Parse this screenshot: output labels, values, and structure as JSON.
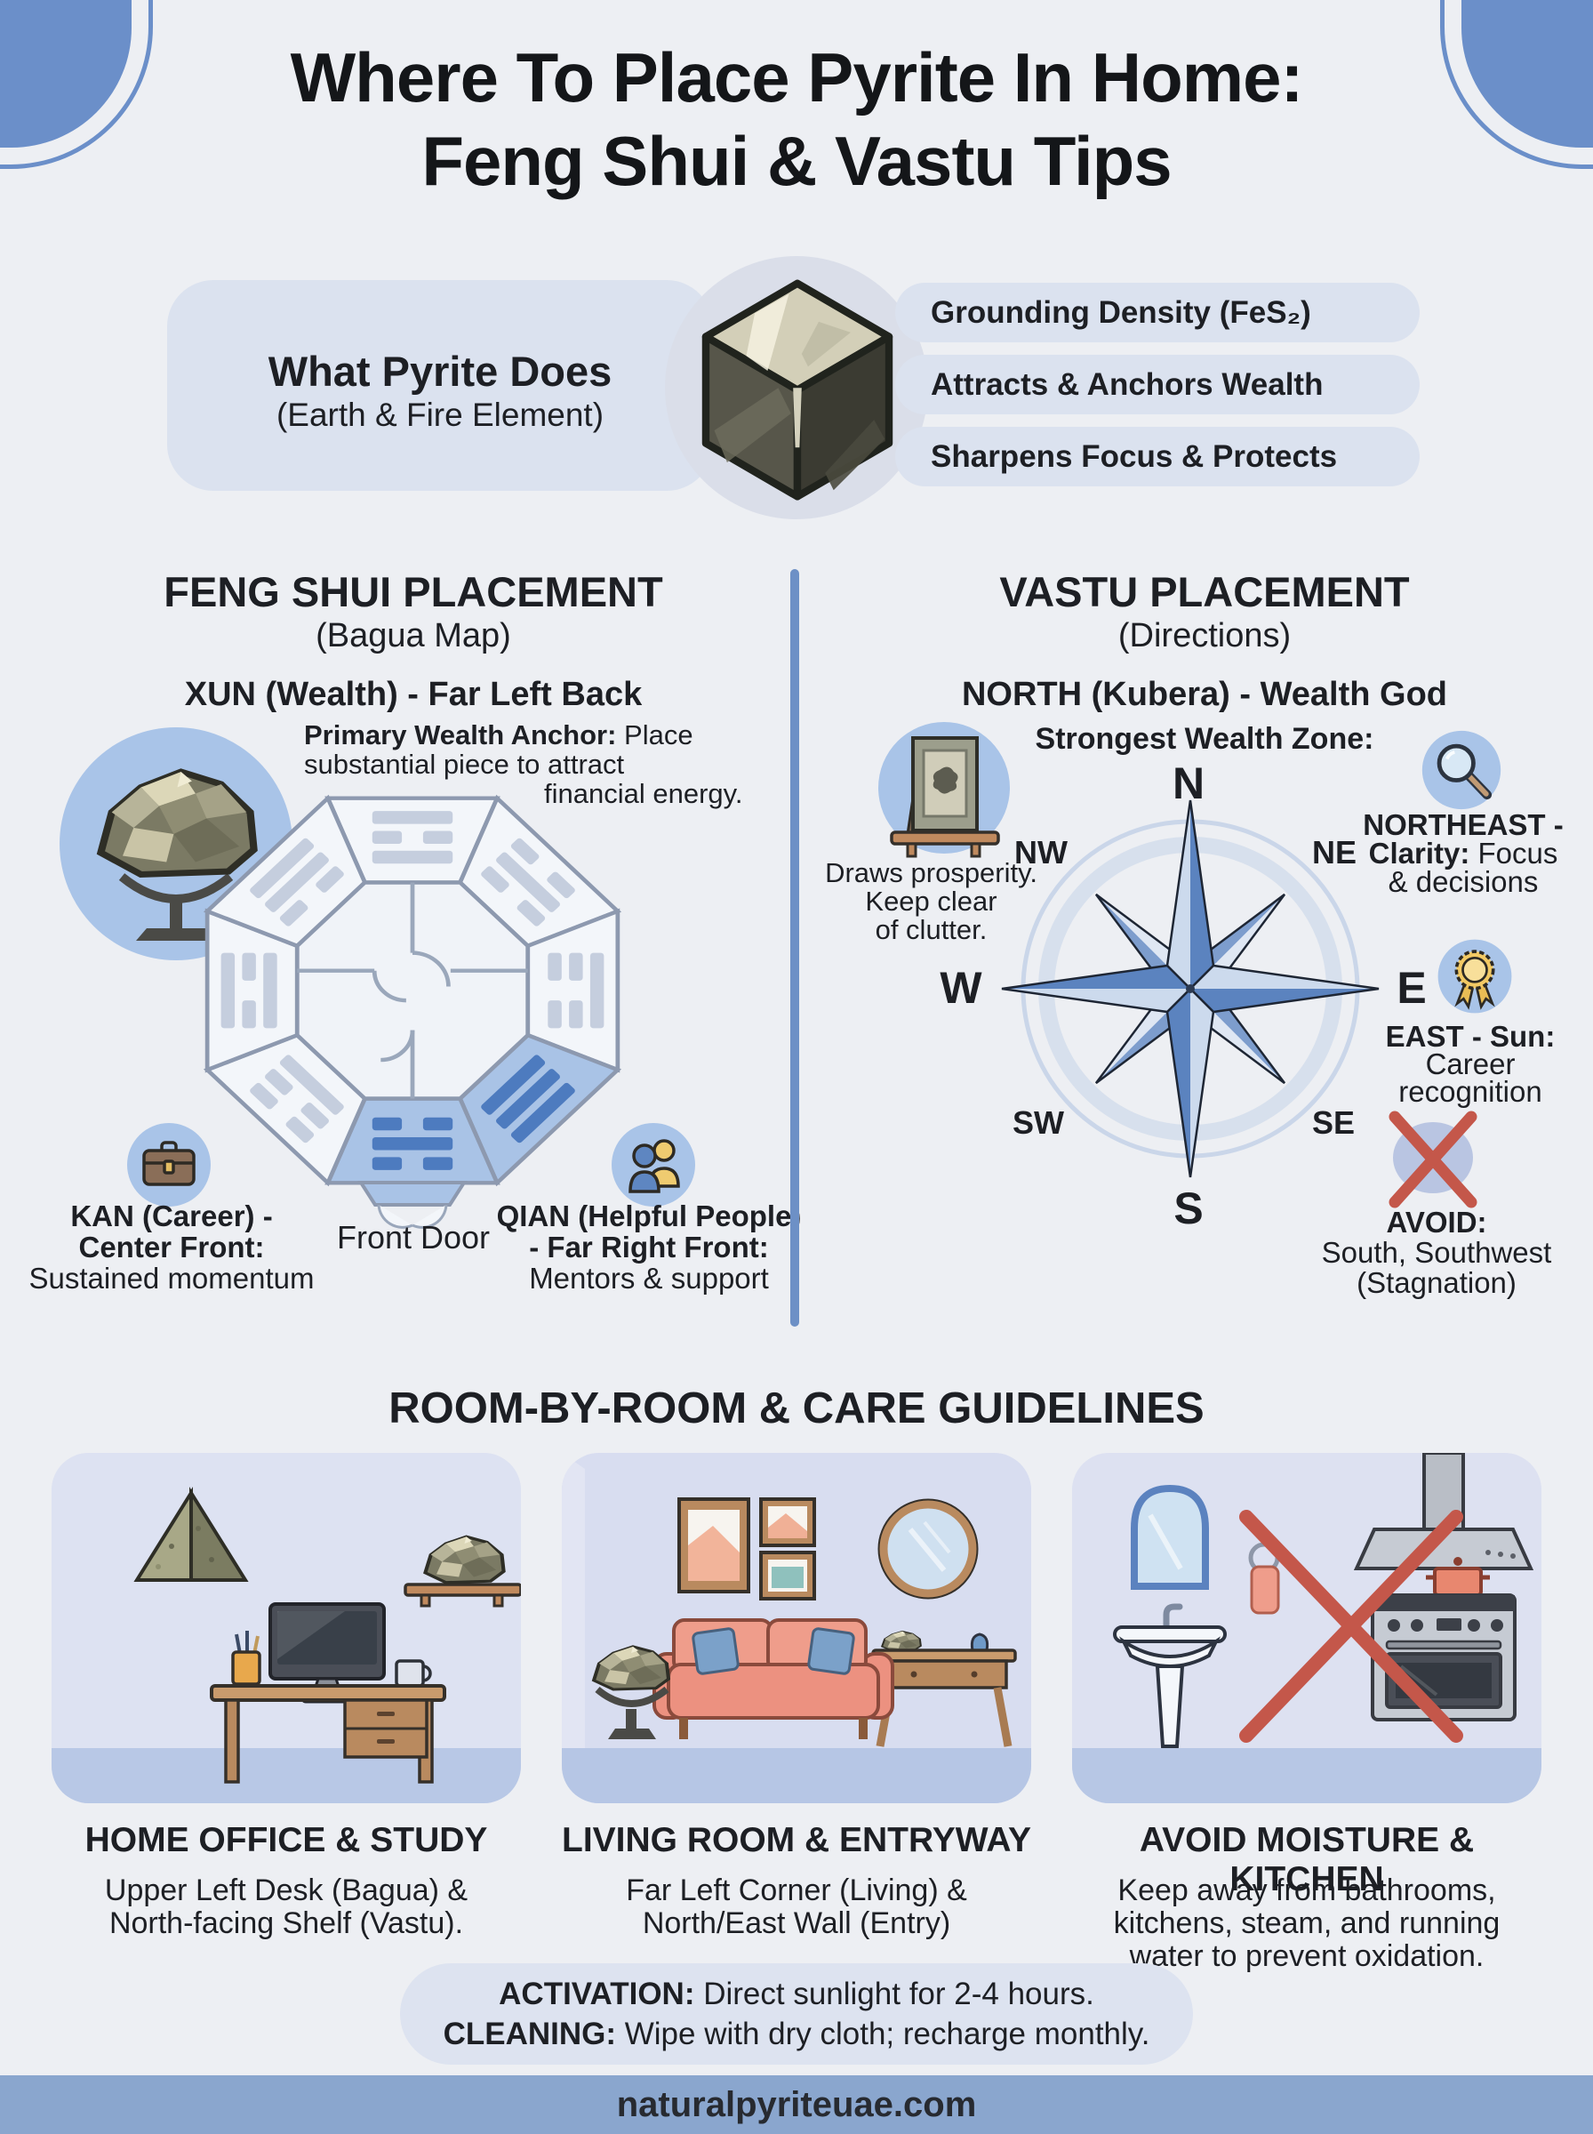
{
  "title": {
    "line1": "Where To Place Pyrite In Home:",
    "line2": "Feng Shui & Vastu Tips"
  },
  "what_pyrite_does": {
    "heading": "What Pyrite Does",
    "subheading": "(Earth & Fire Element)",
    "benefits": [
      "Grounding Density (FeS₂)",
      "Attracts & Anchors Wealth",
      "Sharpens Focus & Protects"
    ]
  },
  "feng_shui": {
    "heading": "FENG SHUI PLACEMENT",
    "subheading": "(Bagua Map)",
    "zone_title": "XUN (Wealth) - Far Left Back",
    "note_bold": "Primary Wealth Anchor:",
    "note_rest": " Place",
    "note_line2": "substantial piece to attract",
    "note_line3": "financial energy.",
    "front_door": "Front Door",
    "kan_line1": "KAN (Career) -",
    "kan_line2": "Center Front:",
    "kan_line3": "Sustained momentum",
    "qian_line1": "QIAN (Helpful People)",
    "qian_line2": "- Far Right Front:",
    "qian_line3": "Mentors & support"
  },
  "vastu": {
    "heading": "VASTU PLACEMENT",
    "subheading": "(Directions)",
    "zone_title": "NORTH (Kubera) - Wealth God",
    "zone_subtitle": "Strongest Wealth Zone:",
    "nw_line1": "Draws prosperity.",
    "nw_line2": "Keep clear",
    "nw_line3": "of clutter.",
    "compass": {
      "n": "N",
      "ne": "NE",
      "e": "E",
      "se": "SE",
      "s": "S",
      "sw": "SW",
      "w": "W",
      "nw": "NW"
    },
    "ne_line1": "NORTHEAST -",
    "ne_line2_bold": "Clarity:",
    "ne_line2_rest": " Focus",
    "ne_line3": "& decisions",
    "east_line1": "EAST - Sun:",
    "east_line2": "Career",
    "east_line3": "recognition",
    "avoid_line1": "AVOID:",
    "avoid_line2": "South, Southwest",
    "avoid_line3": "(Stagnation)"
  },
  "rooms": {
    "heading": "ROOM-BY-ROOM & CARE GUIDELINES",
    "cards": [
      {
        "title": "HOME OFFICE & STUDY",
        "lines": [
          "Upper Left Desk (Bagua) &",
          "North-facing Shelf (Vastu)."
        ]
      },
      {
        "title": "LIVING ROOM & ENTRYWAY",
        "lines": [
          "Far Left Corner (Living) &",
          "North/East Wall (Entry)"
        ]
      },
      {
        "title": "AVOID MOISTURE & KITCHEN",
        "lines": [
          "Keep away from bathrooms,",
          "kitchens, steam, and running",
          "water to prevent oxidation."
        ]
      }
    ]
  },
  "care": {
    "activation_bold": "ACTIVATION:",
    "activation_rest": " Direct sunlight for 2-4 hours.",
    "cleaning_bold": "CLEANING:",
    "cleaning_rest": " Wipe with dry cloth; recharge monthly."
  },
  "footer": {
    "website": "naturalpyriteuae.com"
  },
  "colors": {
    "accent_blue": "#6b8fc9",
    "panel_lavender": "#dbe2ef",
    "highlight_blue": "#a9c3e6",
    "compass_blue": "#5b83bf",
    "avoid_red": "#c4574a",
    "footer_bar": "#8aa6ce",
    "pyrite_olive": "#7b7a64"
  }
}
